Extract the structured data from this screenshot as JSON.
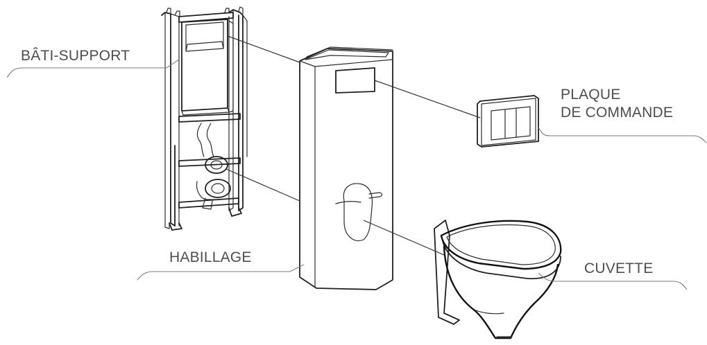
{
  "labels": {
    "bati_support": "BÂTI-SUPPORT",
    "plaque_line1": "PLAQUE",
    "plaque_line2": "DE COMMANDE",
    "habillage": "HABILLAGE",
    "cuvette": "CUVETTE"
  },
  "colors": {
    "label_text": "#4d4d4d",
    "line_art": "#1f1f1f",
    "leader_line": "#7a7a7a",
    "background": "#ffffff"
  }
}
